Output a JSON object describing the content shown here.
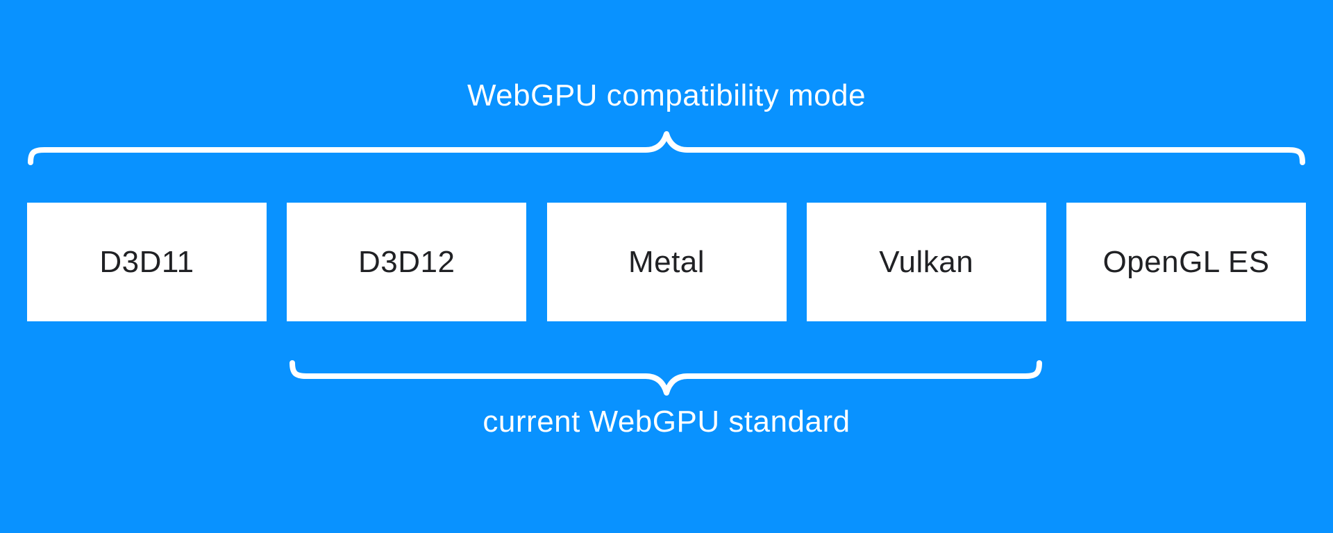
{
  "diagram": {
    "top_brace_label": "WebGPU compatibility mode",
    "bottom_brace_label": "current WebGPU standard",
    "api_boxes": [
      {
        "label": "D3D11"
      },
      {
        "label": "D3D12"
      },
      {
        "label": "Metal"
      },
      {
        "label": "Vulkan"
      },
      {
        "label": "OpenGL ES"
      }
    ],
    "colors": {
      "background": "#0992ff",
      "box_fill": "#ffffff",
      "box_text": "#202124",
      "brace": "#ffffff",
      "label_text": "#ffffff"
    }
  }
}
